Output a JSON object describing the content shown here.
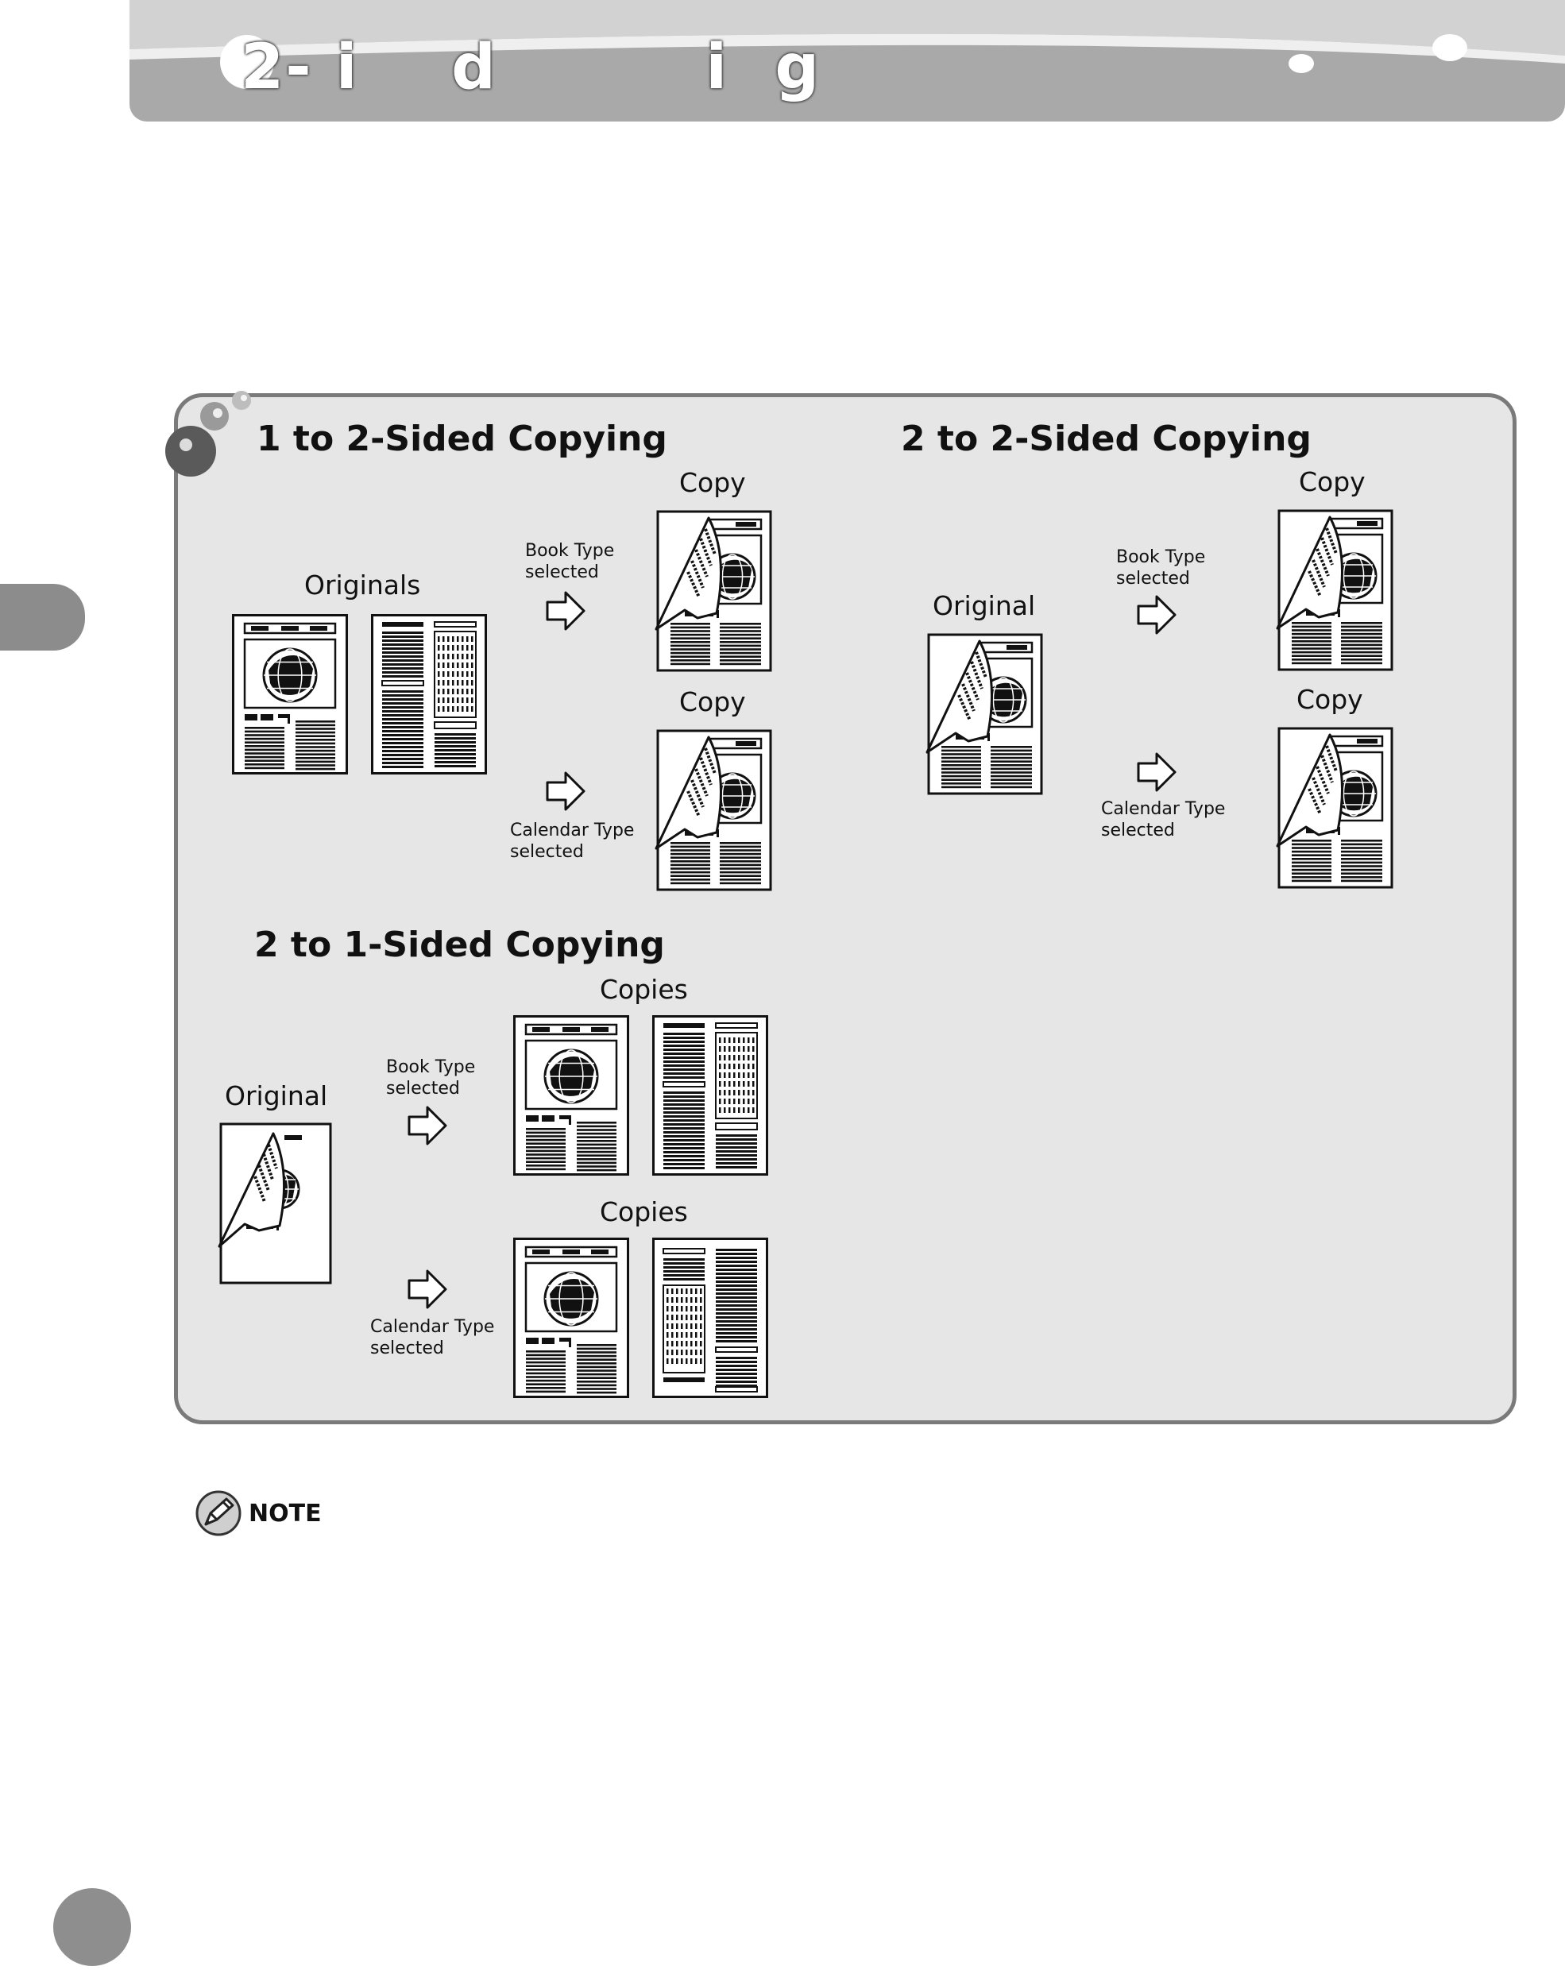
{
  "header": {
    "title": "2- i    d         i  g"
  },
  "sections": {
    "one_to_two": {
      "title": "1 to 2-Sided Copying",
      "originals_label": "Originals",
      "copy_label_top": "Copy",
      "copy_label_bottom": "Copy",
      "book_line1": "Book Type",
      "book_line2": "selected",
      "calendar_line1": "Calendar Type",
      "calendar_line2": "selected"
    },
    "two_to_two": {
      "title": "2 to 2-Sided Copying",
      "original_label": "Original",
      "copy_label_top": "Copy",
      "copy_label_bottom": "Copy",
      "book_line1": "Book Type",
      "book_line2": "selected",
      "calendar_line1": "Calendar Type",
      "calendar_line2": "selected"
    },
    "two_to_one": {
      "title": "2 to 1-Sided Copying",
      "original_label": "Original",
      "copies_label_top": "Copies",
      "copies_label_bottom": "Copies",
      "book_line1": "Book Type",
      "book_line2": "selected",
      "calendar_line1": "Calendar Type",
      "calendar_line2": "selected"
    }
  },
  "note": {
    "label": "NOTE"
  },
  "icons": {
    "globe": "globe-icon",
    "arrow": "right-arrow-icon",
    "note": "pencil-note-icon"
  },
  "colors": {
    "banner_gray": "#a9a9a9",
    "panel_bg": "#e6e6e6",
    "panel_border": "#7a7a7a"
  }
}
